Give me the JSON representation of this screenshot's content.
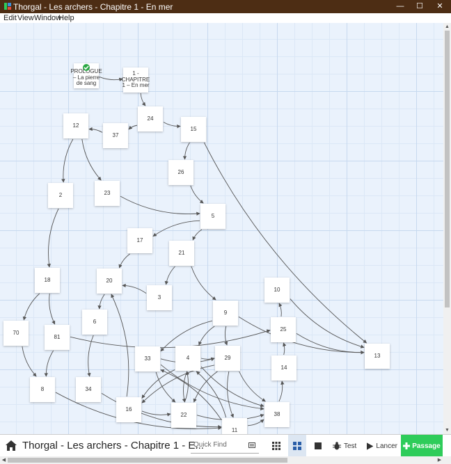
{
  "window": {
    "title": "Thorgal - Les archers - Chapitre 1 - En mer",
    "minimize_glyph": "—",
    "maximize_glyph": "☐",
    "close_glyph": "✕"
  },
  "menu": [
    "Edit",
    "View",
    "Window",
    "Help"
  ],
  "passages": [
    {
      "id": "prologue",
      "label": "PROLOGUE – La pierre de sang",
      "start": true
    },
    {
      "id": "ch1",
      "label": "1 - CHAPITRE 1 – En mer"
    },
    {
      "id": "p24",
      "label": "24"
    },
    {
      "id": "p12",
      "label": "12"
    },
    {
      "id": "p37",
      "label": "37"
    },
    {
      "id": "p15",
      "label": "15"
    },
    {
      "id": "p26",
      "label": "26"
    },
    {
      "id": "p2",
      "label": "2"
    },
    {
      "id": "p23",
      "label": "23"
    },
    {
      "id": "p5",
      "label": "5"
    },
    {
      "id": "p17",
      "label": "17"
    },
    {
      "id": "p21",
      "label": "21"
    },
    {
      "id": "p18",
      "label": "18"
    },
    {
      "id": "p20",
      "label": "20"
    },
    {
      "id": "p3",
      "label": "3"
    },
    {
      "id": "p10",
      "label": "10"
    },
    {
      "id": "p9",
      "label": "9"
    },
    {
      "id": "p6",
      "label": "6"
    },
    {
      "id": "p70",
      "label": "70"
    },
    {
      "id": "p81",
      "label": "81"
    },
    {
      "id": "p25",
      "label": "25"
    },
    {
      "id": "p13",
      "label": "13"
    },
    {
      "id": "p33",
      "label": "33"
    },
    {
      "id": "p4",
      "label": "4"
    },
    {
      "id": "p29",
      "label": "29"
    },
    {
      "id": "p14",
      "label": "14"
    },
    {
      "id": "p8",
      "label": "8"
    },
    {
      "id": "p34",
      "label": "34"
    },
    {
      "id": "p16",
      "label": "16"
    },
    {
      "id": "p22",
      "label": "22"
    },
    {
      "id": "p38",
      "label": "38"
    },
    {
      "id": "p11",
      "label": "11"
    }
  ],
  "links": [
    [
      "prologue",
      "ch1"
    ],
    [
      "ch1",
      "p24"
    ],
    [
      "p24",
      "p37"
    ],
    [
      "p24",
      "p15"
    ],
    [
      "p37",
      "p12"
    ],
    [
      "p12",
      "p2"
    ],
    [
      "p12",
      "p23"
    ],
    [
      "p15",
      "p26"
    ],
    [
      "p15",
      "p13"
    ],
    [
      "p26",
      "p5"
    ],
    [
      "p23",
      "p5"
    ],
    [
      "p5",
      "p17"
    ],
    [
      "p5",
      "p21"
    ],
    [
      "p2",
      "p18"
    ],
    [
      "p17",
      "p20"
    ],
    [
      "p21",
      "p3"
    ],
    [
      "p21",
      "p9"
    ],
    [
      "p3",
      "p20"
    ],
    [
      "p18",
      "p70"
    ],
    [
      "p18",
      "p81"
    ],
    [
      "p20",
      "p6"
    ],
    [
      "p70",
      "p8"
    ],
    [
      "p81",
      "p8"
    ],
    [
      "p6",
      "p34"
    ],
    [
      "p16",
      "p20"
    ],
    [
      "p9",
      "p33"
    ],
    [
      "p9",
      "p4"
    ],
    [
      "p9",
      "p29"
    ],
    [
      "p9",
      "p13"
    ],
    [
      "p81",
      "p25"
    ],
    [
      "p10",
      "p13"
    ],
    [
      "p25",
      "p10"
    ],
    [
      "p25",
      "p13"
    ],
    [
      "p14",
      "p25"
    ],
    [
      "p38",
      "p14"
    ],
    [
      "p33",
      "p22"
    ],
    [
      "p33",
      "p29"
    ],
    [
      "p4",
      "p16"
    ],
    [
      "p4",
      "p22"
    ],
    [
      "p4",
      "p29"
    ],
    [
      "p4",
      "p38"
    ],
    [
      "p29",
      "p16"
    ],
    [
      "p29",
      "p22"
    ],
    [
      "p29",
      "p11"
    ],
    [
      "p29",
      "p38"
    ],
    [
      "p33",
      "p38"
    ],
    [
      "p16",
      "p22"
    ],
    [
      "p22",
      "p38"
    ],
    [
      "p11",
      "p33"
    ],
    [
      "p11",
      "p4"
    ],
    [
      "p11",
      "p38"
    ],
    [
      "p22",
      "p4"
    ],
    [
      "p8",
      "p11"
    ],
    [
      "p34",
      "p11"
    ]
  ],
  "toolbar": {
    "story_title": "Thorgal - Les archers - Chapitre 1 - E...",
    "quick_find_placeholder": "Quick Find",
    "test_label": "Test",
    "play_label": "Lancer",
    "passage_label": "Passage"
  },
  "colors": {
    "titlebar": "#4d2d14",
    "accent_green": "#2ecc5a",
    "grid_background": "#eaf2fc"
  }
}
